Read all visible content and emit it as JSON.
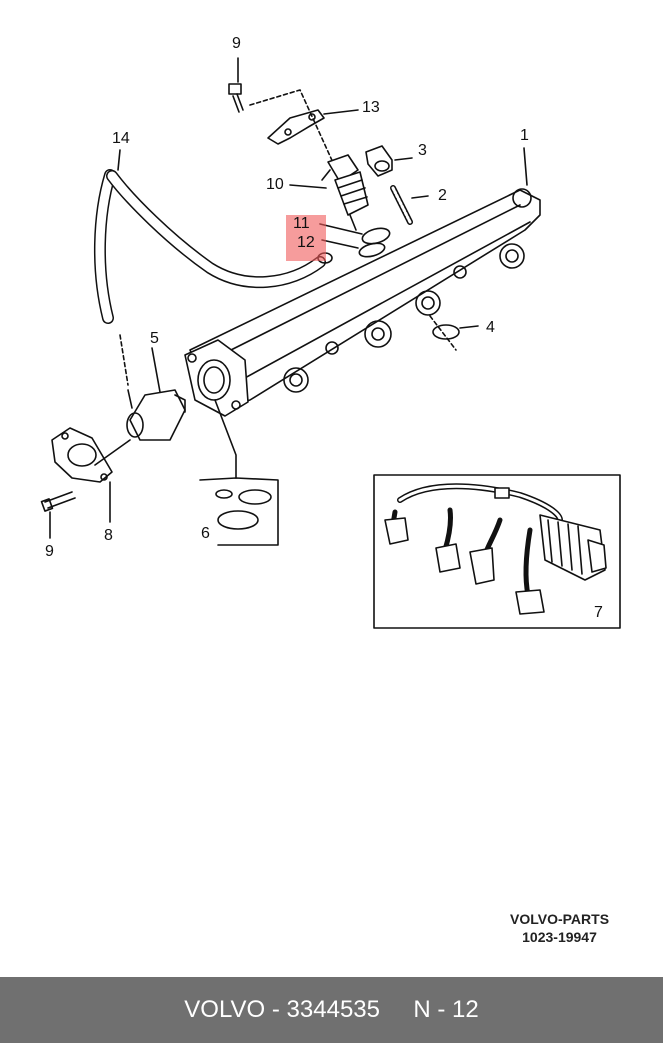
{
  "callouts": {
    "c1": "1",
    "c2": "2",
    "c3": "3",
    "c4": "4",
    "c5": "5",
    "c6": "6",
    "c7": "7",
    "c8": "8",
    "c9_top": "9",
    "c9_bottom": "9",
    "c10": "10",
    "c11": "11",
    "c12": "12",
    "c13": "13",
    "c14": "14"
  },
  "stamp": {
    "line1": "VOLVO-PARTS",
    "line2": "1023-19947"
  },
  "footer": {
    "brand": "VOLVO",
    "separator": " - ",
    "part_number": "3344535",
    "gap": "     ",
    "ref": "N - 12"
  },
  "colors": {
    "highlight": "#f05a5a",
    "footer_bg": "#707070",
    "line": "#111111"
  }
}
